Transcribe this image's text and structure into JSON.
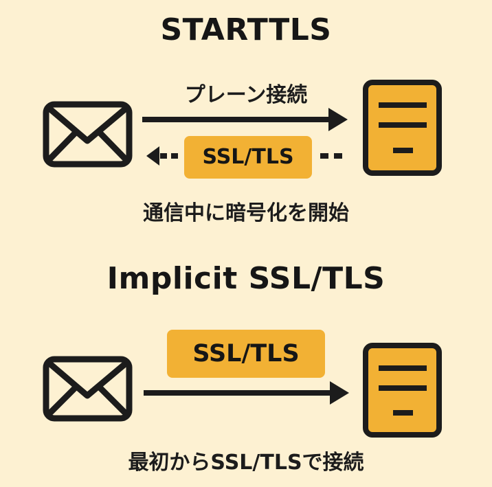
{
  "starttls": {
    "title": "STARTTLS",
    "plain_label": "プレーン接続",
    "tls_badge": "SSL/TLS",
    "caption": "通信中に暗号化を開始"
  },
  "implicit": {
    "title": "Implicit SSL/TLS",
    "tls_badge": "SSL/TLS",
    "caption": "最初からSSL/TLSで接続"
  },
  "colors": {
    "background": "#FDF1D2",
    "accent": "#F2B134",
    "stroke": "#1C1C1C"
  },
  "icons": [
    "envelope-icon",
    "document-icon",
    "arrow-right-icon",
    "dashed-arrow-left-icon"
  ]
}
